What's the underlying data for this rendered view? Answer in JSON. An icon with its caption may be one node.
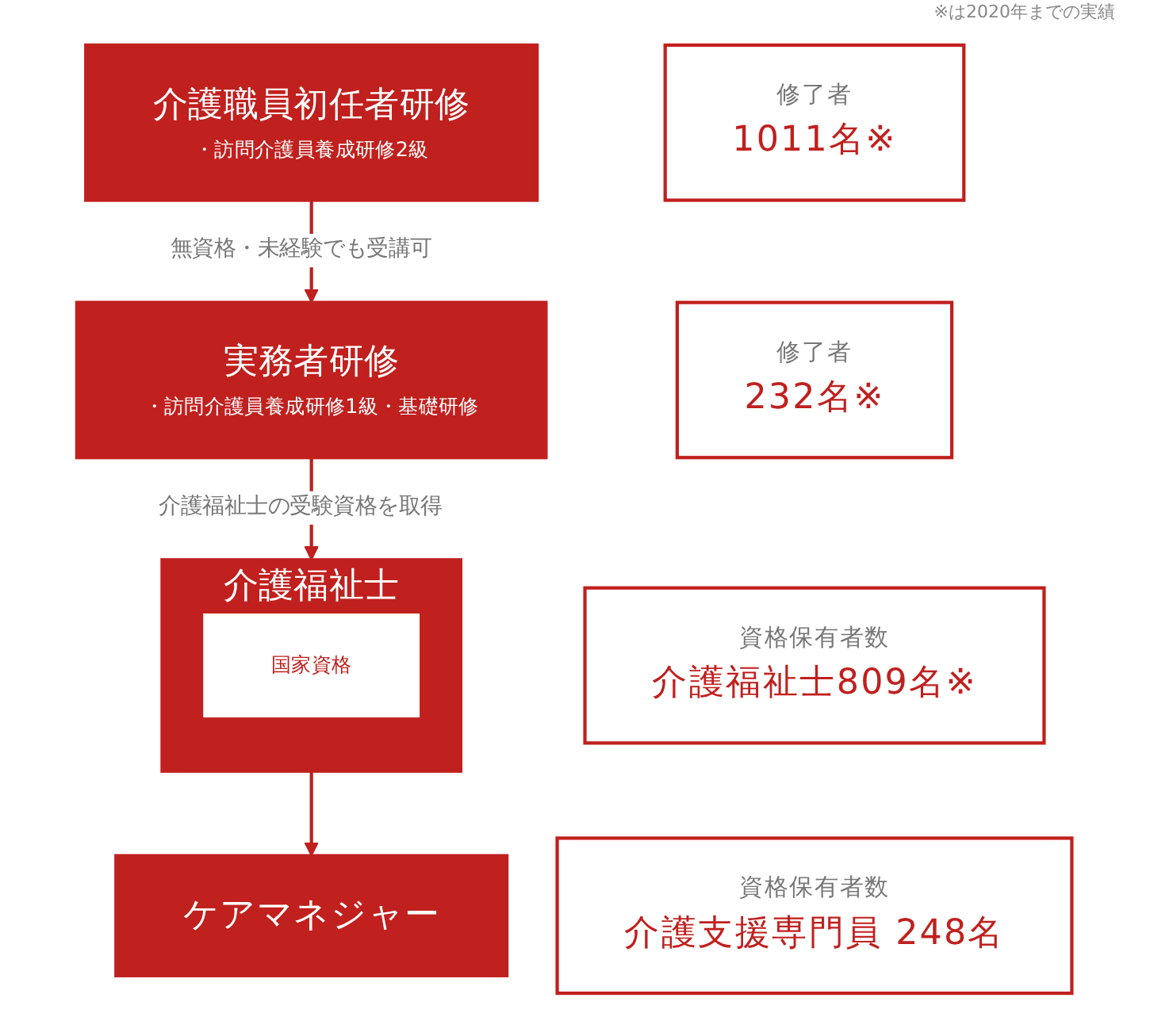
{
  "diagram": {
    "nodes": [
      {
        "text": [
          "介護職員初任者研修",
          "・訪問介護員養成研修2級"
        ]
      },
      {
        "text": [
          "修了者",
          "1011名※"
        ]
      },
      {
        "text": [
          "実務者研修",
          "・訪問介護員養成研修1級・基礎研修"
        ]
      },
      {
        "text": [
          "修了者",
          "232名※"
        ]
      },
      {
        "text": [
          "介護福祉士"
        ]
      },
      {
        "text": [
          "国家資格"
        ],
        "in": 4
      },
      {
        "text": [
          "資格保有者数",
          "介護福祉士809名※"
        ]
      },
      {
        "text": [
          "ケアマネジャー"
        ]
      },
      {
        "text": [
          "資格保有者数",
          "介護支援専門員 248名"
        ]
      }
    ],
    "edges": [
      {
        "from": 0,
        "to": 2,
        "arrow": "to",
        "label": "無資格・未経験でも受講可"
      },
      {
        "from": 2,
        "to": 4,
        "arrow": "to",
        "label": "介護福祉士の受験資格を取得"
      },
      {
        "from": 4,
        "to": 7,
        "arrow": "to"
      }
    ],
    "labels": [
      "※は2020年までの実績"
    ]
  }
}
